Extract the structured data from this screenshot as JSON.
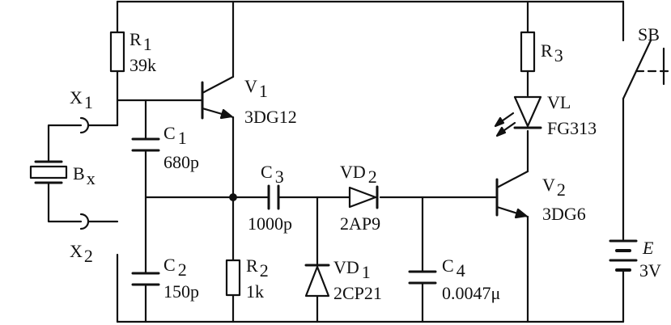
{
  "components": {
    "R1": {
      "name": "R",
      "sub": "1",
      "value": "39k"
    },
    "R2": {
      "name": "R",
      "sub": "2",
      "value": "1k"
    },
    "R3": {
      "name": "R",
      "sub": "3"
    },
    "C1": {
      "name": "C",
      "sub": "1",
      "value": "680p"
    },
    "C2": {
      "name": "C",
      "sub": "2",
      "value": "150p"
    },
    "C3": {
      "name": "C",
      "sub": "3",
      "value": "1000p"
    },
    "C4": {
      "name": "C",
      "sub": "4",
      "value": "0.0047μ"
    },
    "V1": {
      "name": "V",
      "sub": "1",
      "value": "3DG12"
    },
    "V2": {
      "name": "V",
      "sub": "2",
      "value": "3DG6"
    },
    "VD1": {
      "name": "VD",
      "sub": "1",
      "value": "2CP21"
    },
    "VD2": {
      "name": "VD",
      "sub": "2",
      "value": "2AP9"
    },
    "VL": {
      "name": "VL",
      "value": "FG313"
    },
    "X1": {
      "name": "X",
      "sub": "1"
    },
    "X2": {
      "name": "X",
      "sub": "2"
    },
    "Bx": {
      "name": "B",
      "sub": "x"
    },
    "SB": {
      "name": "SB"
    },
    "E": {
      "name": "E",
      "value": "3V"
    }
  }
}
